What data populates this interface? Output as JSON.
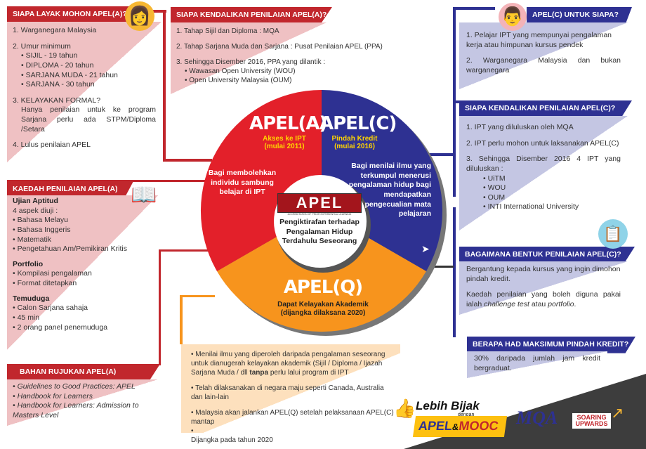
{
  "left_top": {
    "title": "SIAPA LAYAK MOHON APEL(A)?",
    "items": [
      "1. Warganegara Malaysia",
      "2. Umur minimum",
      "3. KELAYAKAN FORMAL?",
      "4. Lulus penilaian APEL"
    ],
    "ages": [
      "• SIJIL - 19 tahun",
      "• DIPLOMA - 20 tahun",
      "• SARJANA MUDA - 21 tahun",
      "• SARJANA - 30 tahun"
    ],
    "formal_note": "Hanya penilaian untuk ke program Sarjana perlu ada STPM/Diploma /Setara"
  },
  "mid_top": {
    "title": "SIAPA KENDALIKAN PENILAIAN APEL(A)?",
    "items": [
      "1.  Tahap Sijil dan Diploma : MQA",
      "2.  Tahap Sarjana Muda dan Sarjana : Pusat Penilaian APEL (PPA)",
      "3.  Sehingga Disember 2016, PPA yang dilantik :"
    ],
    "subs": [
      "• Wawasan Open University (WOU)",
      "• Open University Malaysia (OUM)"
    ]
  },
  "kaedah": {
    "title": "KAEDAH PENILAIAN APEL(A)",
    "s1": "Ujian Aptitud",
    "s1_intro": "4 aspek diuji :",
    "s1_items": [
      "• Bahasa Melayu",
      "• Bahasa Inggeris",
      "• Matematik",
      "• Pengetahuan Am/Pemikiran Kritis"
    ],
    "s2": "Portfolio",
    "s2_items": [
      "• Kompilasi pengalaman",
      "• Format ditetapkan"
    ],
    "s3": "Temuduga",
    "s3_items": [
      "• Calon Sarjana sahaja",
      "• 45 min",
      "• 2 orang panel penemuduga"
    ]
  },
  "rujukan": {
    "title": "BAHAN RUJUKAN APEL(A)",
    "items": [
      "• Guidelines to Good Practices:  APEL",
      "• Handbook for Learners",
      "• Handbook for Learners: Admission to Masters Level"
    ]
  },
  "circle": {
    "a_title": "APEL(A)",
    "a_sub1": "Akses ke IPT",
    "a_sub2": "(mulai 2011)",
    "a_desc": "Bagi membolehkan individu sambung belajar di IPT",
    "c_title": "APEL(C)",
    "c_sub1": "Pindah Kredit",
    "c_sub2": "(mulai 2016)",
    "c_desc": "Bagi menilai ilmu yang terkumpul menerusi pengalaman hidup bagi mendapatkan pengecualian mata pelajaran",
    "q_title": "APEL(Q)",
    "q_sub1": "Dapat Kelayakan Akademik",
    "q_sub2": "(dijangka dilaksana 2020)",
    "logo": "APEL",
    "logo_tag": "ACCREDITATION OF PRIOR EXPERIENTIAL LEARNING",
    "center": "Pengiktirafan terhadap Pengalaman Hidup Terdahulu Seseorang"
  },
  "apelq": {
    "items": [
      "Menilai ilmu yang diperoleh daripada pengalaman seseorang untuk dianugerah kelayakan akademik (Sijil / Diploma / Ijazah Sarjana Muda / dll",
      "tanpa",
      "perlu lalui program di IPT",
      "Telah dilaksanakan di negara maju seperti Canada, Australia dan lain-lain",
      "Malaysia akan jalankan APEL(Q) setelah pelaksanaan APEL(C) mantap",
      "Dijangka pada tahun 2020"
    ]
  },
  "c_who": {
    "title": "APEL(C) UNTUK SIAPA?",
    "items": [
      "1. Pelajar IPT yang mempunyai pengalaman kerja atau himpunan kursus pendek",
      "2. Warganegara Malaysia dan bukan warganegara"
    ]
  },
  "c_run": {
    "title": "SIAPA KENDALIKAN PENILAIAN APEL(C)?",
    "items": [
      "1. IPT yang diluluskan oleh MQA",
      "2. IPT perlu mohon untuk laksanakan APEL(C)",
      "3. Sehingga Disember 2016 4 IPT yang diluluskan :"
    ],
    "subs": [
      "• UiTM",
      "• WOU",
      "• OUM",
      "• INTI International University"
    ]
  },
  "c_how": {
    "title": "BAGAIMANA BENTUK PENILAIAN APEL(C)?",
    "p1": "Bergantung kepada  kursus yang ingin dimohon pindah kredit.",
    "p2a": "Kaedah penilaian yang boleh diguna pakai  ialah ",
    "p2b": "challenge test",
    "p2c": " atau ",
    "p2d": "portfolio",
    "p2e": "."
  },
  "c_max": {
    "title": "BERAPA HAD MAKSIMUM PINDAH KREDIT?",
    "text": "30% daripada jumlah jam kredit bergraduat."
  },
  "footer": {
    "slogan1": "Lebih Bijak",
    "slogan2": "dengan",
    "slogan3": "APEL",
    "slogan4": "&",
    "slogan5": "MOOC",
    "mqa": "MQA",
    "soaring": "SOARING UPWARDS"
  },
  "colors": {
    "red": "#c1272d",
    "blue": "#2e3192",
    "orange": "#f7941d"
  }
}
